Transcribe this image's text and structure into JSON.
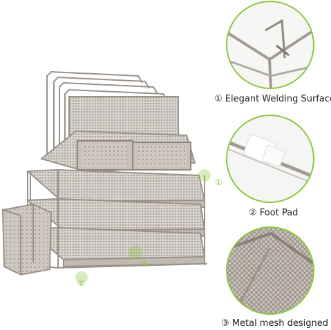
{
  "product_image": {
    "alt": ""
  },
  "callouts": [
    {
      "number": "①",
      "caption": "① Elegant Welding Surface"
    },
    {
      "number": "②",
      "caption": "② Foot Pad"
    },
    {
      "number": "③",
      "caption": "③ Metal mesh designed"
    }
  ],
  "markers": [
    {
      "number": "①"
    },
    {
      "number": "②"
    },
    {
      "number": "③"
    }
  ],
  "colors": {
    "accent_green": "#8dc63f",
    "metal": "#a89f98",
    "metal_dark": "#7d746d",
    "mesh": "#b7b0aa"
  }
}
